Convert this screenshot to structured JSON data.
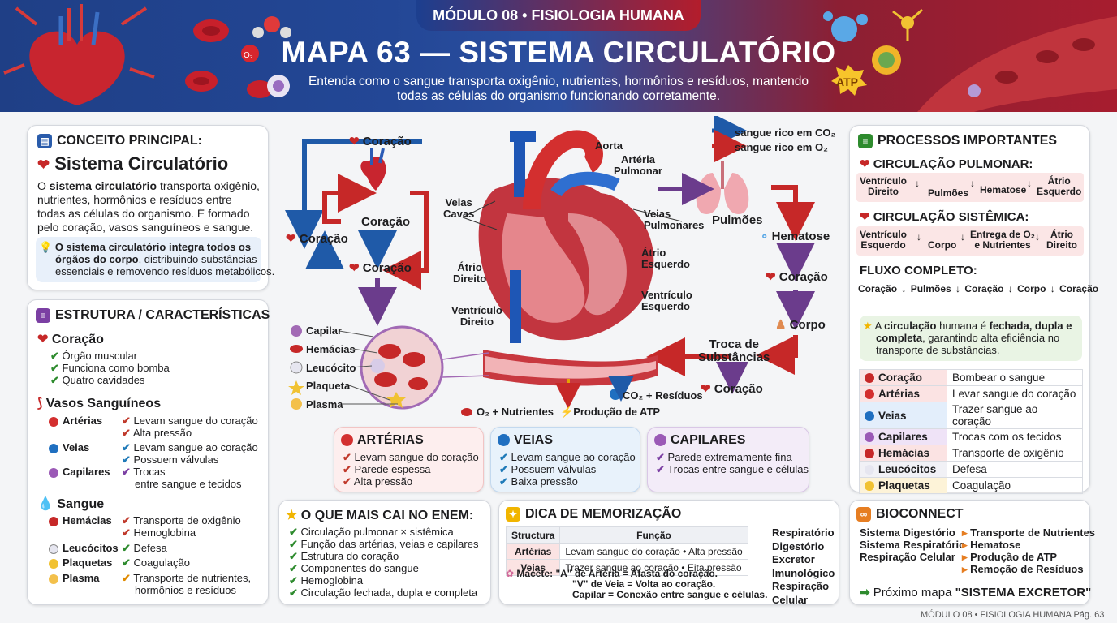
{
  "header": {
    "module": "MÓDULO 08 • FISIOLOGIA HUMANA",
    "title": "MAPA 63 — SISTEMA CIRCULATÓRIO",
    "subtitle": "Entenda como o sangue transporta oxigênio, nutrientes, hormônios e resíduos, mantendo todas as células do organismo funcionando corretamente.",
    "atp": "ATP",
    "o2": "O₂"
  },
  "concept": {
    "heading": "CONCEITO PRINCIPAL:",
    "name": "Sistema Circulatório",
    "p1": "O",
    "p1b": "sistema circulatório",
    "p1c": "transporta oxigênio,",
    "p2": "nutrientes, hormônios e resíduos entre",
    "p3": "todas as células do organismo. É formado",
    "p4": "pelo coração, vasos sanguíneos e sangue.",
    "tip_b": "O sistema circulatório integra todos os",
    "tip_b2": "órgãos do corpo",
    "tip_2": ", distribuindo substâncias",
    "tip_3": "essenciais e removendo resíduos metabólicos."
  },
  "structure": {
    "heading": "ESTRUTURA / CARACTERÍSTICAS",
    "heart": "Coração",
    "heart_items": [
      "Órgão muscular",
      "Funciona como bomba",
      "Quatro cavidades"
    ],
    "vessels": "Vasos Sanguíneos",
    "arteries": "Artérias",
    "arteries_items": [
      "Levam sangue do coração",
      "Alta pressão"
    ],
    "veins": "Veias",
    "veins_items": [
      "Levam sangue ao coração",
      "Possuem válvulas"
    ],
    "capillaries": "Capilares",
    "capillaries_items": [
      "Trocas",
      "entre sangue e tecidos"
    ],
    "blood": "Sangue",
    "red": "Hemácias",
    "red_items": [
      "Transporte de oxigênio",
      "Hemoglobina"
    ],
    "white": "Leucócitos",
    "white_items": [
      "Defesa"
    ],
    "platelets": "Plaquetas",
    "platelets_items": [
      "Coagulação"
    ],
    "plasma": "Plasma",
    "plasma_items": [
      "Transporte de nutrientes,",
      "hormônios e resíduos"
    ]
  },
  "diagram": {
    "heart_top": "Coração",
    "heart_mid": "Coração",
    "heart_left": "Coração",
    "heart_bottom": "Coração",
    "aorta": "Aorta",
    "pulm_artery": "Artéria\nPulmonar",
    "cava": "Veias\nCavas",
    "pulm_veins": "Veias\nPulmonares",
    "la": "Átrio\nEsquerdo",
    "ra": "Átrio\nDireito",
    "lv": "Ventrículo\nEsquerdo",
    "rv": "Ventrículo\nDireito",
    "legend_blue": "sangue rico em CO₂",
    "legend_red": "sangue rico em O₂",
    "lungs": "Pulmões",
    "hematose": "Hematose",
    "heart_r1": "Coração",
    "body": "Corpo",
    "exchange": "Troca de\nSubstâncias",
    "heart_r2": "Coração",
    "cap": "Capilar",
    "hem": "Hemácias",
    "leu": "Leucócito",
    "pla": "Plaqueta",
    "plas": "Plasma",
    "o2nut": "O₂ + Nutrientes",
    "atp": "Produção de ATP",
    "co2": "CO₂ + Resíduos"
  },
  "vessels_boxes": {
    "arteries_t": "ARTÉRIAS",
    "arteries": [
      "Levam sangue do coração",
      "Parede espessa",
      "Alta pressão"
    ],
    "veins_t": "VEIAS",
    "veins": [
      "Levam sangue ao coração",
      "Possuem válvulas",
      "Baixa pressão"
    ],
    "caps_t": "CAPILARES",
    "caps": [
      "Parede extremamente fina",
      "Trocas entre sangue e células"
    ]
  },
  "enem": {
    "heading": "O QUE MAIS CAI NO ENEM:",
    "items": [
      "Circulação pulmonar × sistêmica",
      "Função das artérias, veias e capilares",
      "Estrutura do coração",
      "Componentes do sangue",
      "Hemoglobina",
      "Circulação fechada, dupla e completa"
    ]
  },
  "memo": {
    "heading": "DICA DE MEMORIZAÇÃO",
    "th1": "Structura",
    "th2": "Função",
    "r1a": "Artérias",
    "r1b": "Levam sangue do coração • Alta pressão",
    "r2a": "Veias",
    "r2b": "Trazer sangue ao coração • Eita pressão",
    "macete_l": "Macete:",
    "m1": "\"A\" de Artéria = Afasta do coração.",
    "m2": "\"V\" de Veia = Volta ao coração.",
    "m3": "Capilar = Conexão entre sangue e células.",
    "side": [
      "Respiratório",
      "Digestório",
      "Excretor",
      "Imunológico",
      "Respiração",
      "Celular"
    ]
  },
  "processes": {
    "heading": "PROCESSOS IMPORTANTES",
    "pulm": "CIRCULAÇÃO PULMONAR:",
    "pulm_steps": [
      "Ventrículo\nDireito",
      "Pulmões",
      "Hematose",
      "Átrio\nEsquerdo"
    ],
    "sys": "CIRCULAÇÃO SISTÊMICA:",
    "sys_steps": [
      "Ventrículo\nEsquerdo",
      "Corpo",
      "Entrega de O₂\ne Nutrientes",
      "Átrio\nDireito"
    ],
    "flux": "FLUXO COMPLETO:",
    "flux_steps": [
      "Coração",
      "Pulmões",
      "Coração",
      "Corpo",
      "Coração"
    ],
    "note_a": "A",
    "note_b": "circulação",
    "note_c": "humana é",
    "note_d": "fechada, dupla e",
    "note_e": "completa",
    "note_f": ", garantindo alta eficiência no",
    "note_g": "transporte de substâncias.",
    "table": [
      [
        "Coração",
        "Bombear o sangue"
      ],
      [
        "Artérias",
        "Levar sangue do coração"
      ],
      [
        "Veias",
        "Trazer sangue ao coração"
      ],
      [
        "Capilares",
        "Trocas com os tecidos"
      ],
      [
        "Hemácias",
        "Transporte de oxigênio"
      ],
      [
        "Leucócitos",
        "Defesa"
      ],
      [
        "Plaquetas",
        "Coagulação"
      ]
    ]
  },
  "bio": {
    "heading": "BIOCONNECT",
    "left": [
      "Sistema Digestório",
      "Sistema Respiratório",
      "Respiração Celular"
    ],
    "right": [
      "Transporte de Nutrientes",
      "Hematose",
      "Produção de ATP",
      "Remoção de Resíduos"
    ],
    "next_l": "Próximo mapa",
    "next_v": "\"SISTEMA EXCRETOR\""
  },
  "footer": "MÓDULO 08 • FISIOLOGIA HUMANA  Pág. 63"
}
